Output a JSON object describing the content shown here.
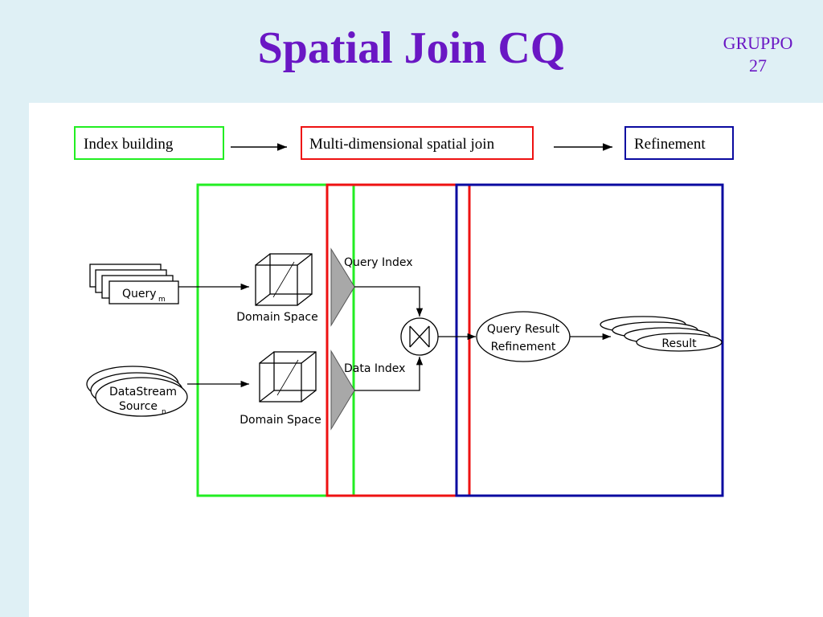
{
  "slide": {
    "title": "Spatial Join CQ",
    "group_line1": "GRUPPO",
    "group_line2": "27"
  },
  "pipeline": {
    "stage1": "Index building",
    "stage2": "Multi-dimensional spatial join",
    "stage3": "Refinement"
  },
  "diagram": {
    "query_label": "Query",
    "query_sub": "m",
    "datastream_line1": "DataStream",
    "datastream_line2": "Source",
    "datastream_sub": "n",
    "domain_space_1": "Domain Space",
    "domain_space_2": "Domain Space",
    "query_index": "Query Index",
    "data_index": "Data Index",
    "query_result_line1": "Query Result",
    "query_result_line2": "Refinement",
    "result": "Result"
  },
  "colors": {
    "title": "#6a17c4",
    "background": "#dff0f5",
    "green": "#22ee22",
    "red": "#ee1111",
    "blue": "#0a0aa0",
    "index_fill": "#a8a8a8"
  }
}
